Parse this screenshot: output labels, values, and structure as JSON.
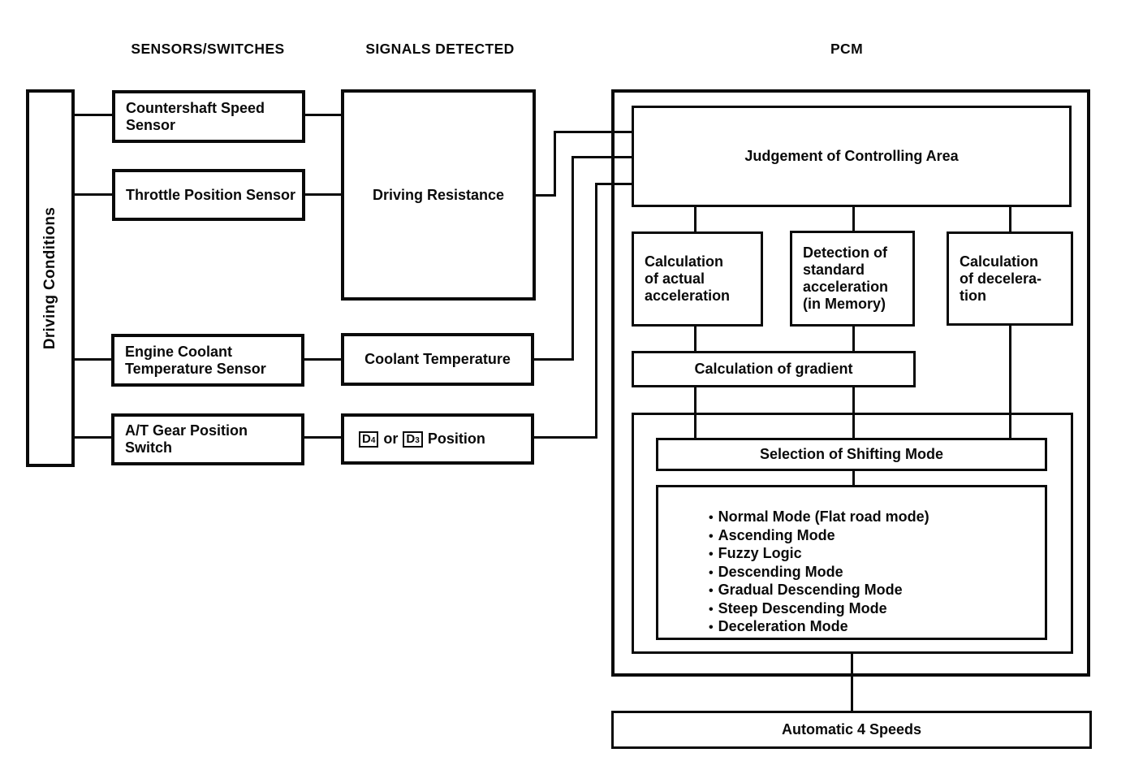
{
  "headers": {
    "sensors": "SENSORS/SWITCHES",
    "signals": "SIGNALS DETECTED",
    "pcm": "PCM"
  },
  "driving_conditions": {
    "label": "Driving Conditions"
  },
  "sensors": [
    {
      "label": "Countershaft Speed Sensor"
    },
    {
      "label": "Throttle Position Sensor"
    },
    {
      "label": "Engine Coolant Temperature Sensor"
    },
    {
      "label": "A/T Gear Position Switch"
    }
  ],
  "signals": {
    "driving_resistance": "Driving Resistance",
    "coolant_temperature": "Coolant Temperature",
    "gear_position": {
      "d": "D",
      "sub4": "4",
      "sub3": "3",
      "or": "or",
      "suffix": "Position"
    }
  },
  "pcm": {
    "judgement": "Judgement of Controlling Area",
    "calc_actual": {
      "lines": [
        "Calculation",
        "of actual",
        "acceleration"
      ]
    },
    "detection": {
      "lines": [
        "Detection of",
        "standard",
        "acceleration",
        "(in Memory)"
      ]
    },
    "calc_decel": {
      "lines": [
        "Calculation",
        "of decelera-",
        "tion"
      ]
    },
    "gradient": "Calculation of gradient",
    "selection": "Selection of Shifting Mode",
    "modes": {
      "bullet": "•",
      "items": [
        "Normal Mode (Flat road mode)",
        "Ascending Mode",
        "Fuzzy Logic",
        "Descending Mode",
        "Gradual Descending Mode",
        "Steep Descending Mode",
        "Deceleration Mode"
      ]
    }
  },
  "output": {
    "label": "Automatic 4 Speeds"
  }
}
